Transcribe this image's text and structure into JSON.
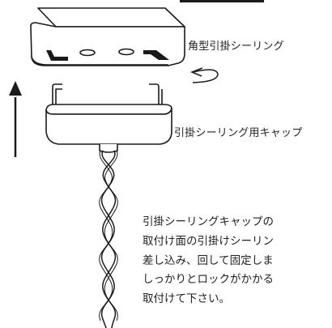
{
  "labels": {
    "ceiling_plug": "角型引掛シーリング",
    "hook_cap": "引掛シーリング用キャップ"
  },
  "instructions": [
    "引掛シーリングキャップの",
    "取付け面の引掛けシーリン",
    "差し込み、回して固定しま",
    "しっかりとロックがかかる",
    "取付けて下さい。"
  ],
  "colors": {
    "line": "#1a1a1a",
    "fill": "#ffffff",
    "text": "#222222"
  }
}
